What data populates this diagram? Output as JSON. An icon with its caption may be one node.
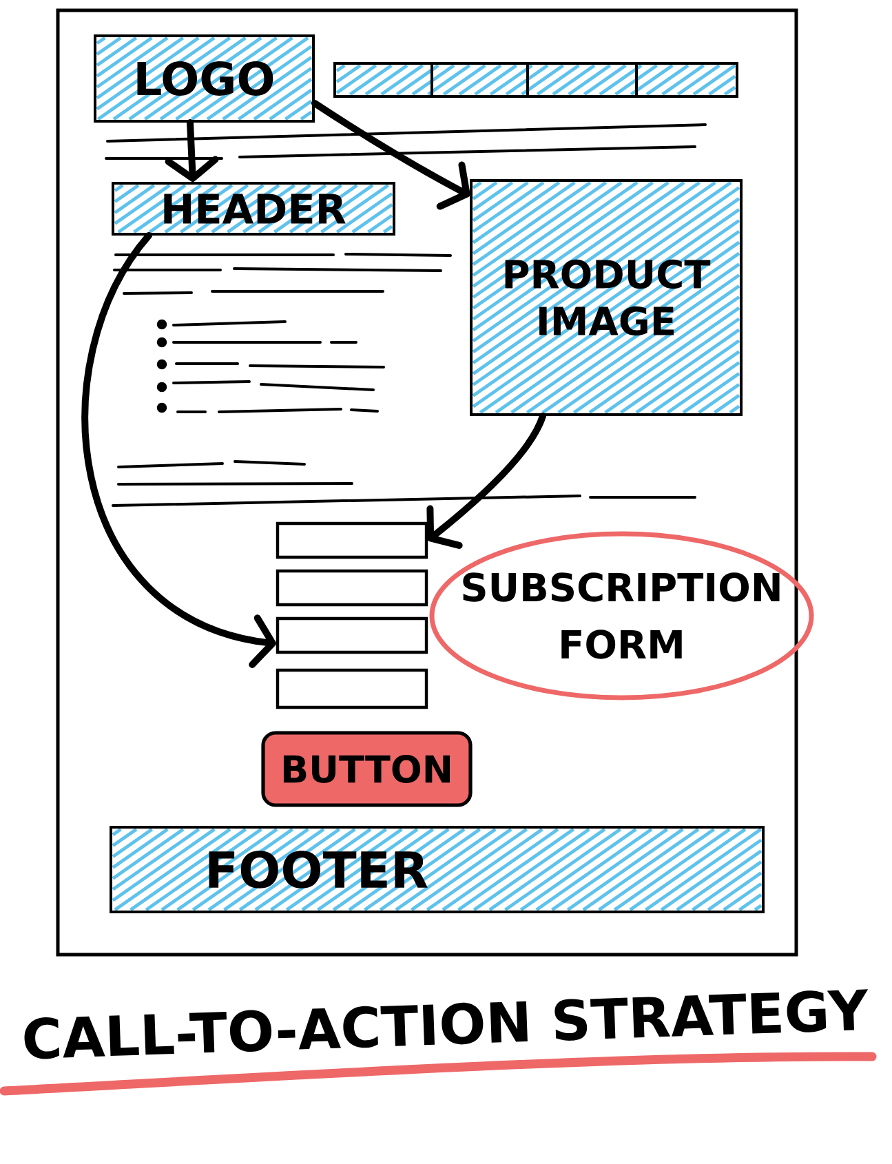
{
  "diagram": {
    "title": "CALL-TO-ACTION STRATEGY",
    "nodes": [
      {
        "text": [],
        "shape": "box"
      },
      {
        "text": [
          "LOGO"
        ],
        "in": 0
      },
      {
        "text": [],
        "shape": "bar",
        "in": 0
      },
      {
        "text": [
          "HEADER"
        ],
        "in": 0
      },
      {
        "text": [
          "PRODUCT IMAGE"
        ],
        "in": 0
      },
      {
        "text": [],
        "shape": "box",
        "in": 0
      },
      {
        "text": [],
        "shape": "box",
        "in": 0
      },
      {
        "text": [],
        "shape": "box",
        "in": 0
      },
      {
        "text": [],
        "shape": "box",
        "in": 0
      },
      {
        "text": [
          "SUBSCRIPTION FORM"
        ],
        "in": 0
      },
      {
        "text": [
          "BUTTON"
        ],
        "in": 0
      },
      {
        "text": [
          "FOOTER"
        ],
        "in": 0
      }
    ],
    "edges": [
      {
        "from": 1,
        "to": 3,
        "arrow": "to"
      },
      {
        "from": 1,
        "to": 4,
        "arrow": "to"
      },
      {
        "from": 3,
        "to": 7,
        "arrow": "to"
      },
      {
        "from": 4,
        "to": 5,
        "arrow": "to"
      }
    ]
  }
}
